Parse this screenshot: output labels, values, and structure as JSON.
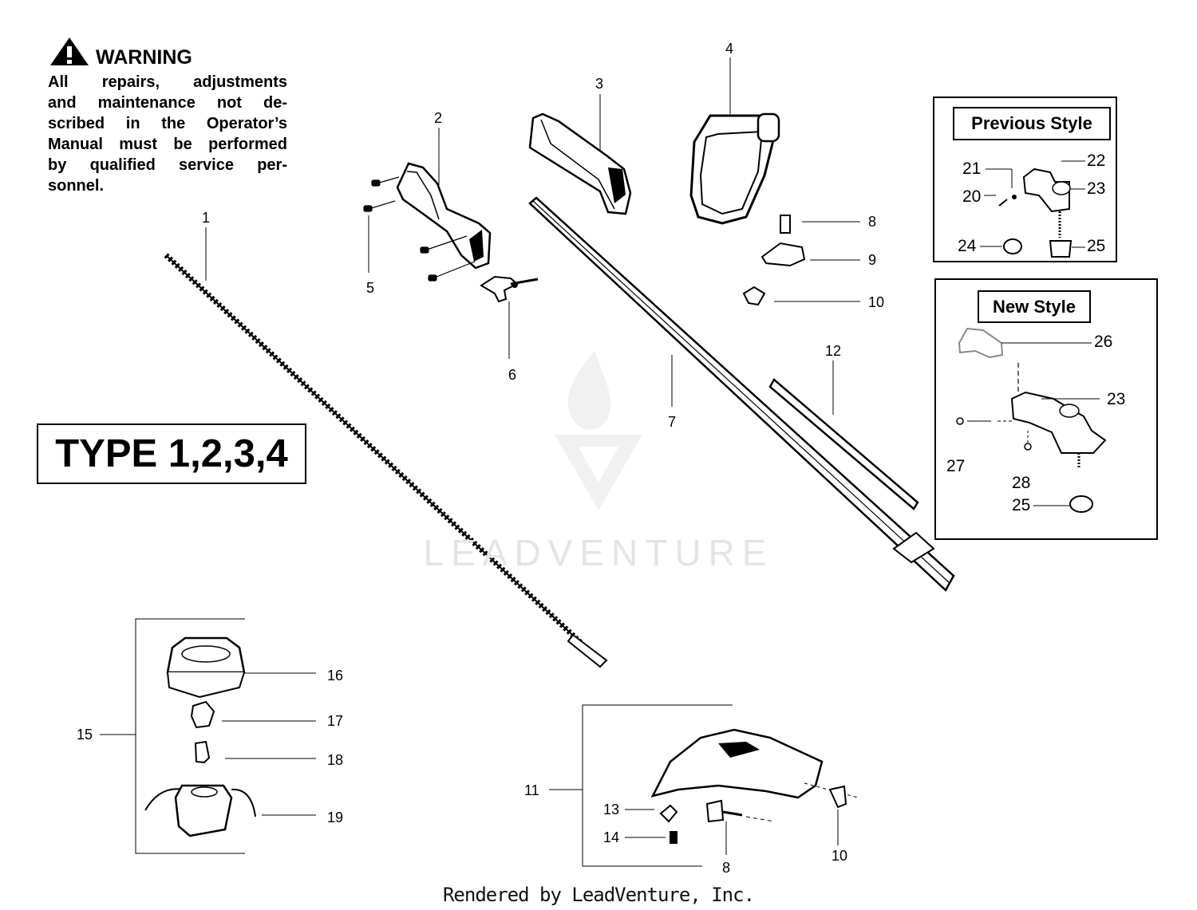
{
  "warning": {
    "title": "WARNING",
    "lines": [
      "All repairs, adjustments",
      "and maintenance not de-",
      "scribed in the Operator’s",
      "Manual must be performed",
      "by qualified  service per-",
      "sonnel."
    ]
  },
  "type_label": "TYPE 1,2,3,4",
  "previous_style": {
    "title": "Previous Style",
    "callouts": [
      "21",
      "22",
      "20",
      "23",
      "24",
      "25"
    ]
  },
  "new_style": {
    "title": "New Style",
    "callouts": [
      "26",
      "23",
      "27",
      "28",
      "25"
    ]
  },
  "callouts": {
    "c1": "1",
    "c2": "2",
    "c3": "3",
    "c4": "4",
    "c5": "5",
    "c6": "6",
    "c7": "7",
    "c8": "8",
    "c9": "9",
    "c10": "10",
    "c12": "12",
    "c15": "15",
    "c16": "16",
    "c17": "17",
    "c18": "18",
    "c19": "19",
    "c11": "11",
    "c13": "13",
    "c14": "14",
    "c8b": "8",
    "c10b": "10"
  },
  "watermark": "LEADVENTURE",
  "footer": "Rendered by LeadVenture, Inc."
}
